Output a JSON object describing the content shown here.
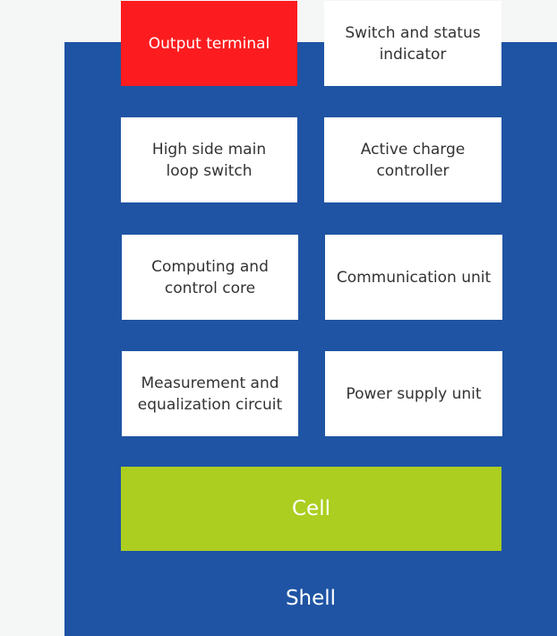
{
  "colors": {
    "background": "#f5f6f6",
    "shell": "#1f54a4",
    "box": "#ffffff",
    "output_terminal": "#fc1c1f",
    "cell": "#abce20",
    "box_text": "#333333",
    "light_text": "#ffffff"
  },
  "components": [
    {
      "lines": [
        "Output terminal"
      ]
    },
    {
      "lines": [
        "Switch and status",
        "indicator"
      ]
    },
    {
      "lines": [
        "High side main",
        "loop switch"
      ]
    },
    {
      "lines": [
        "Active charge",
        "controller"
      ]
    },
    {
      "lines": [
        "Computing and",
        "control core"
      ]
    },
    {
      "lines": [
        "Communication unit"
      ]
    },
    {
      "lines": [
        "Measurement and",
        "equalization circuit"
      ]
    },
    {
      "lines": [
        "Power supply unit"
      ]
    }
  ],
  "cell": {
    "label": "Cell"
  },
  "shell": {
    "label": "Shell"
  }
}
